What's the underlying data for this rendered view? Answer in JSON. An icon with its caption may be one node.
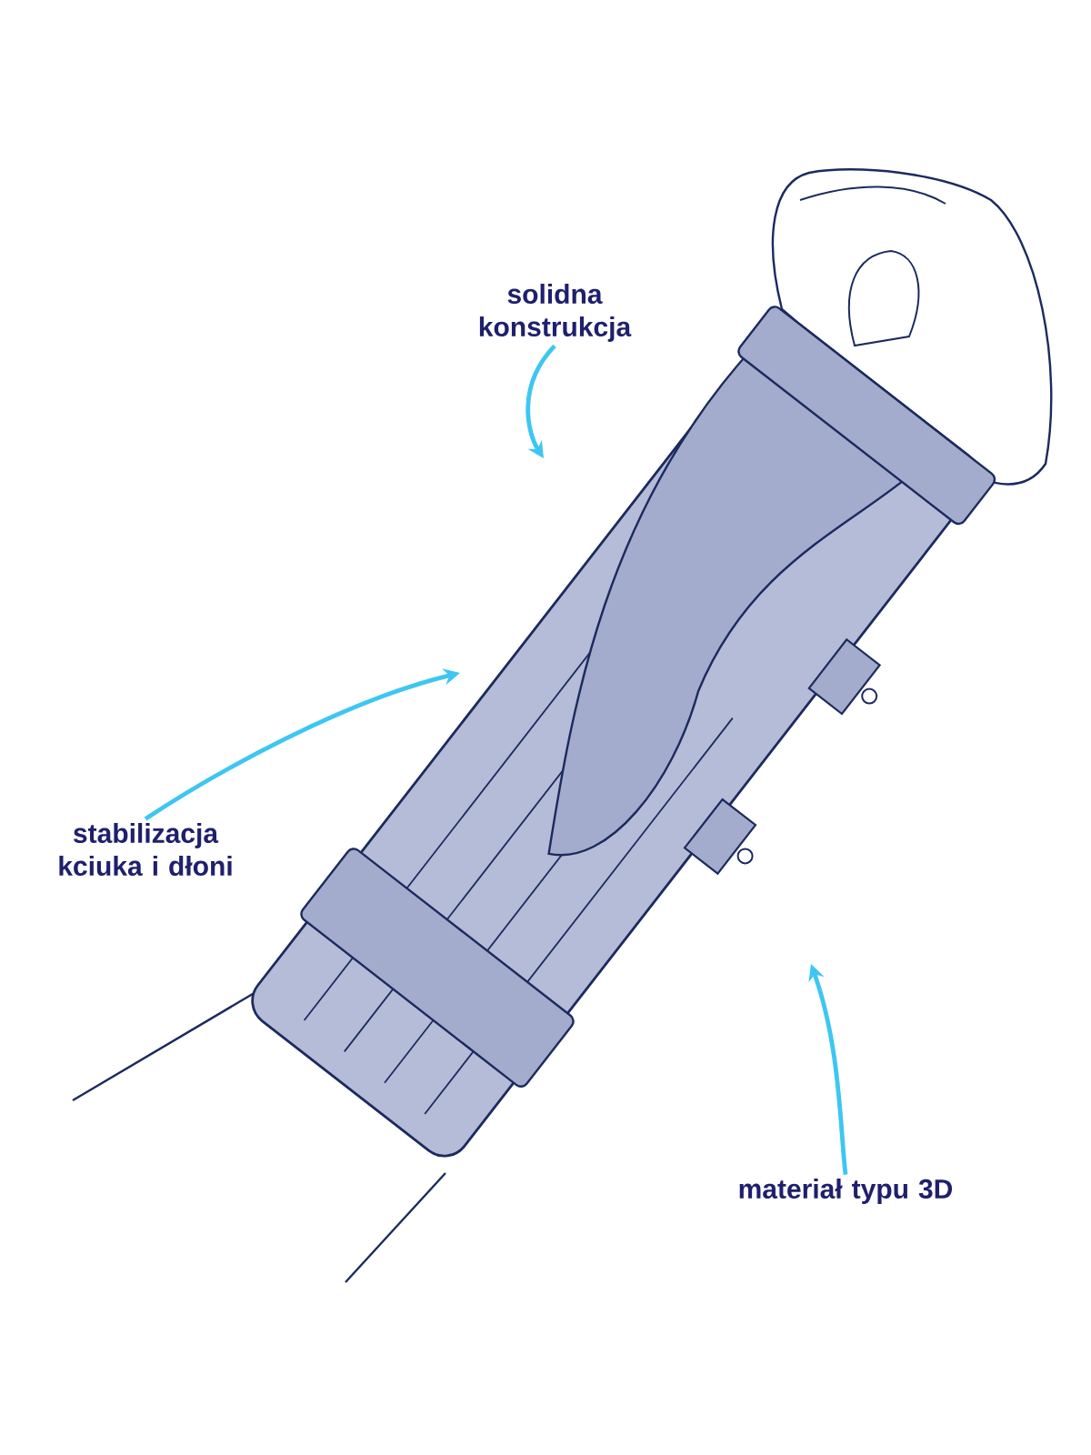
{
  "diagram": {
    "nodes": [
      {
        "text": [
          "solidna konstrukcja"
        ]
      },
      {
        "text": [
          "stabilizacja kciuka i dłoni"
        ]
      },
      {
        "text": [
          "materiał typu 3D"
        ]
      }
    ],
    "edges": [
      {
        "from": 0,
        "to": null,
        "arrow": "to"
      },
      {
        "from": 1,
        "to": null,
        "arrow": "to"
      },
      {
        "from": 2,
        "to": null,
        "arrow": "to"
      }
    ]
  }
}
